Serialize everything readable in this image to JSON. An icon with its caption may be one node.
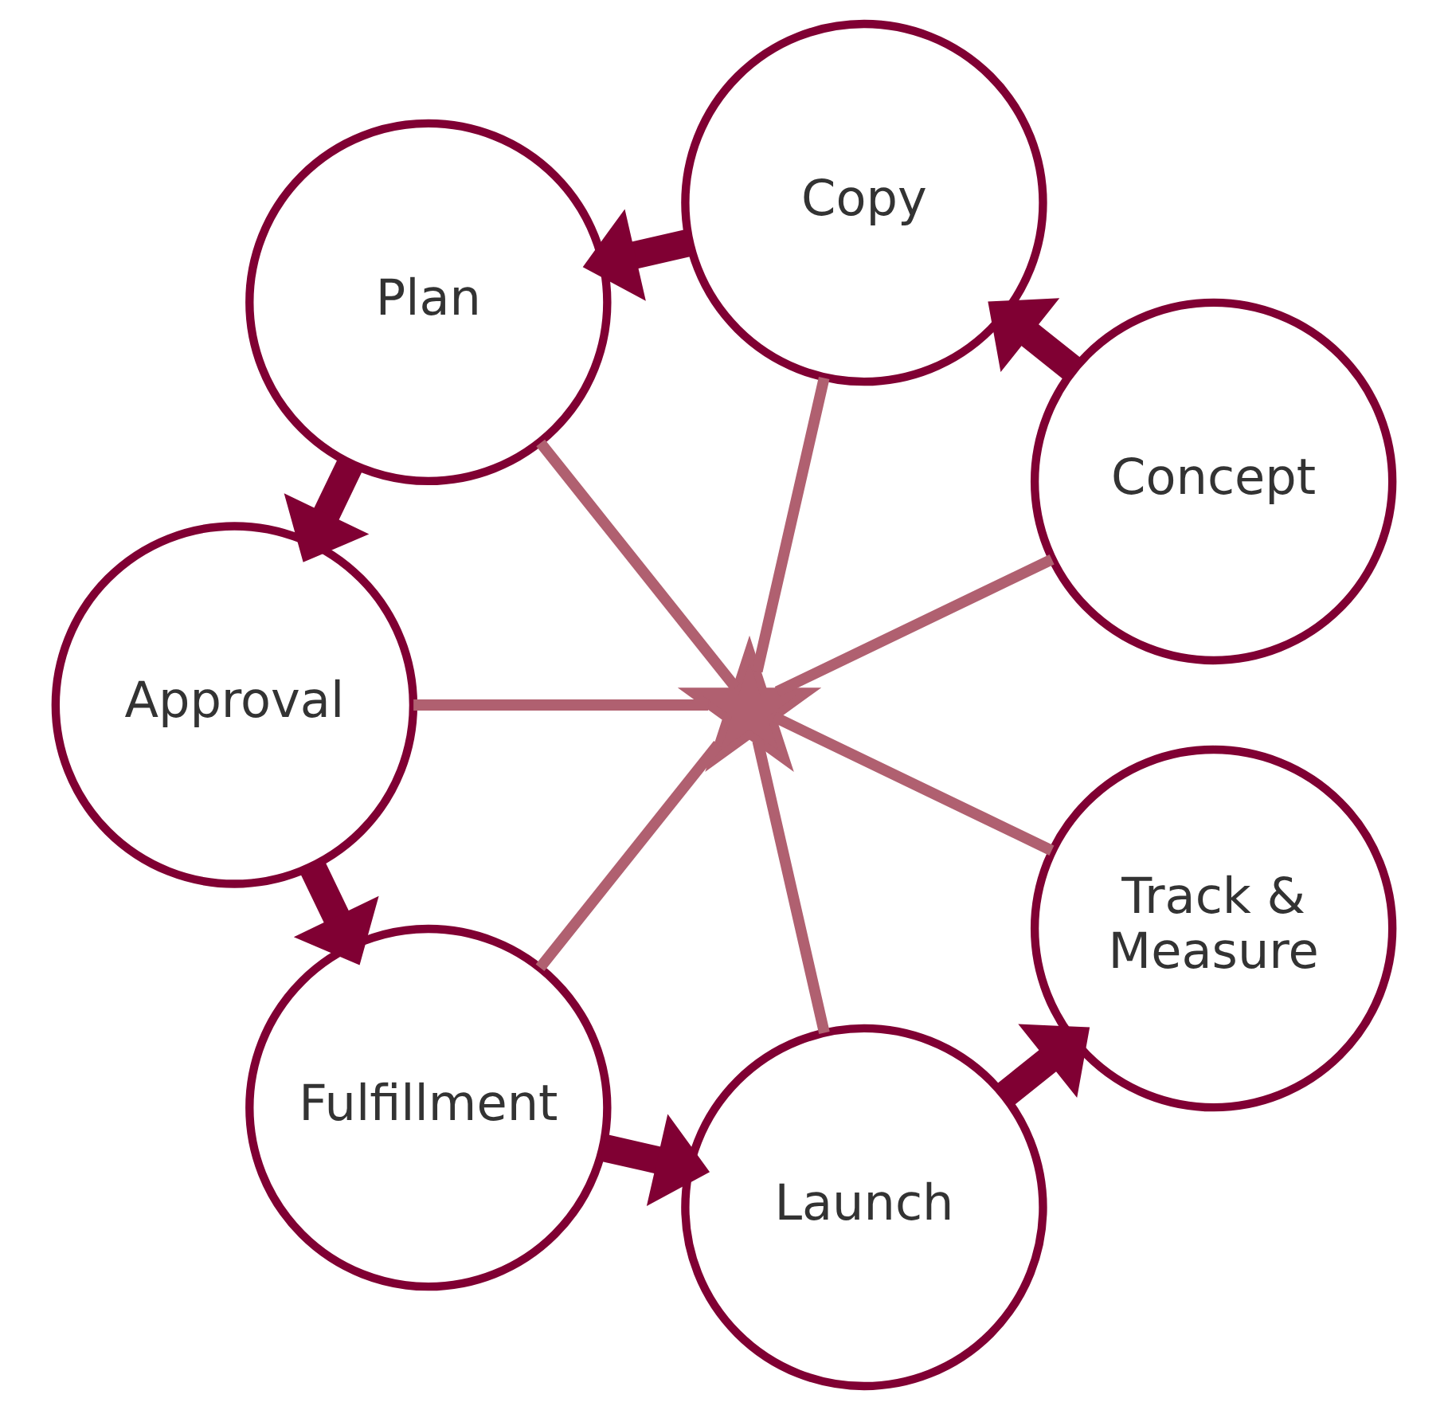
{
  "diagram": {
    "nodes": [
      {
        "text": [
          "Concept"
        ]
      },
      {
        "text": [
          "Copy"
        ]
      },
      {
        "text": [
          "Plan"
        ]
      },
      {
        "text": [
          "Approval"
        ]
      },
      {
        "text": [
          "Fulfillment"
        ]
      },
      {
        "text": [
          "Launch"
        ]
      },
      {
        "text": [
          "Track & Measure"
        ]
      },
      {
        "text": [],
        "shape": "star"
      }
    ],
    "edges": [
      {
        "from": 0,
        "to": 1,
        "arrow": "to",
        "style": "thick",
        "color": "#800033"
      },
      {
        "from": 1,
        "to": 2,
        "arrow": "to",
        "style": "thick",
        "color": "#800033"
      },
      {
        "from": 2,
        "to": 3,
        "arrow": "to",
        "style": "thick",
        "color": "#800033"
      },
      {
        "from": 3,
        "to": 4,
        "arrow": "to",
        "style": "thick",
        "color": "#800033"
      },
      {
        "from": 4,
        "to": 5,
        "arrow": "to",
        "style": "thick",
        "color": "#800033"
      },
      {
        "from": 5,
        "to": 6,
        "arrow": "to",
        "style": "thick",
        "color": "#800033"
      },
      {
        "from": 7,
        "to": 0,
        "arrow": "none"
      },
      {
        "from": 7,
        "to": 1,
        "arrow": "none"
      },
      {
        "from": 7,
        "to": 2,
        "arrow": "none"
      },
      {
        "from": 7,
        "to": 3,
        "arrow": "none"
      },
      {
        "from": 7,
        "to": 4,
        "arrow": "none"
      },
      {
        "from": 7,
        "to": 5,
        "arrow": "none"
      },
      {
        "from": 7,
        "to": 6,
        "arrow": "none"
      }
    ]
  }
}
